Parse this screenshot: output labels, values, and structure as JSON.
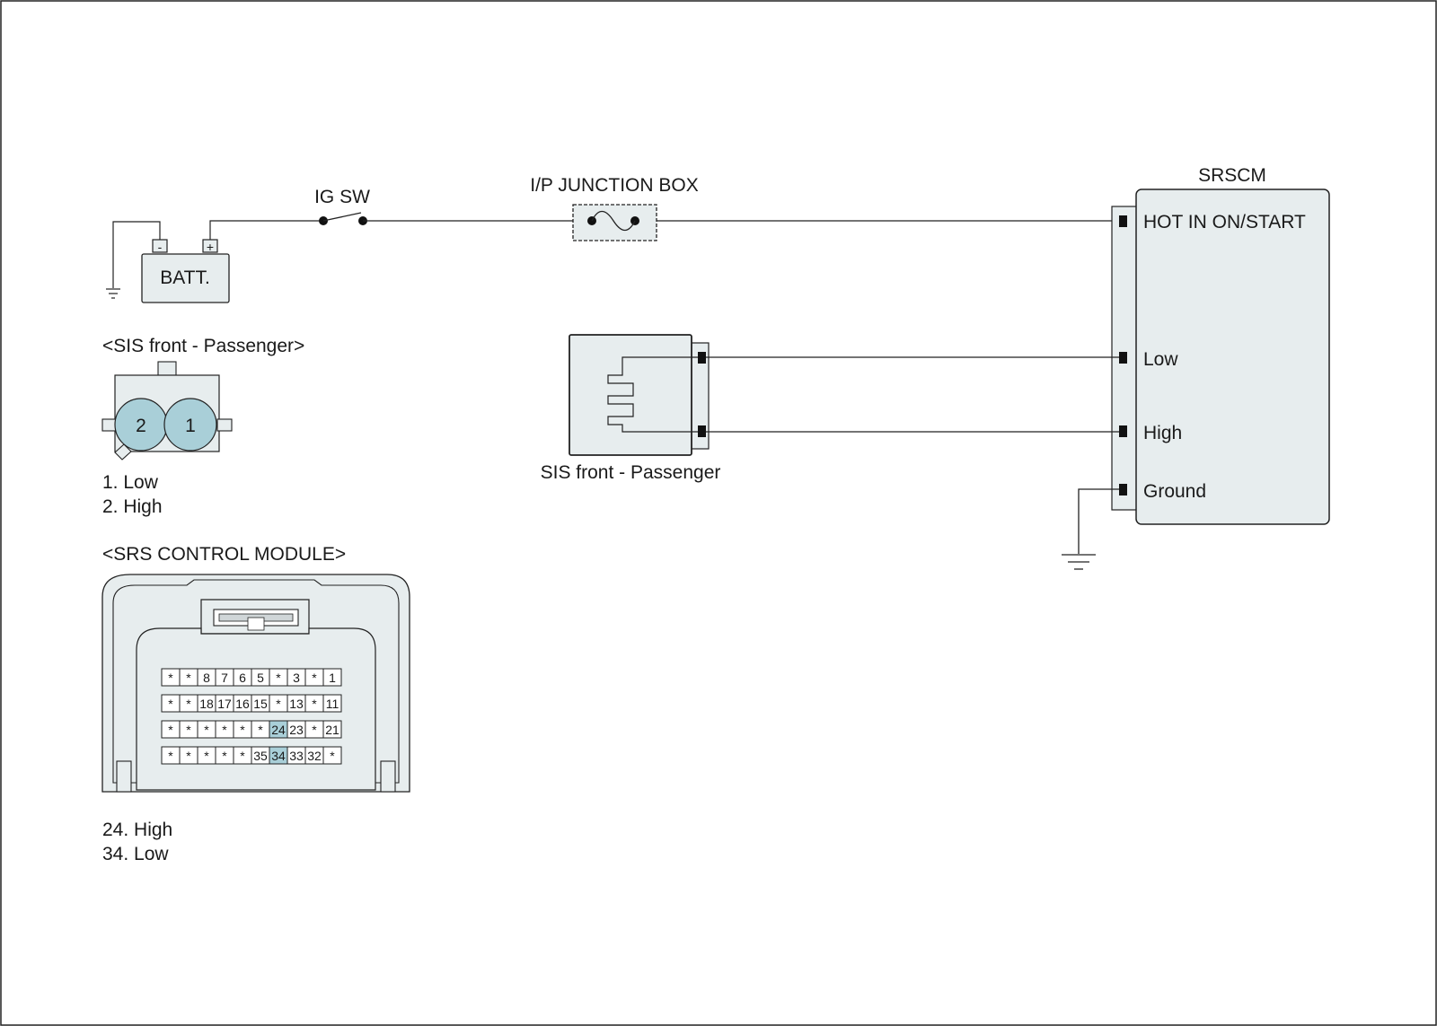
{
  "colors": {
    "module_fill": "#e7edee",
    "pin_highlight": "#a9cfd8",
    "line": "#1a1a1a"
  },
  "battery": {
    "label": "BATT.",
    "neg": "-",
    "pos": "+"
  },
  "ig_switch": {
    "label": "IG SW"
  },
  "junction_box": {
    "label": "I/P JUNCTION BOX"
  },
  "srscm": {
    "title": "SRSCM",
    "pins": [
      "HOT IN ON/START",
      "Low",
      "High",
      "Ground"
    ]
  },
  "sensor": {
    "label": "SIS front - Passenger"
  },
  "sis_connector": {
    "title": "<SIS front - Passenger>",
    "pins": [
      "2",
      "1"
    ],
    "legend": [
      "1. Low",
      "2. High"
    ]
  },
  "srs_connector": {
    "title": "<SRS CONTROL MODULE>",
    "rows": [
      [
        "*",
        "*",
        "8",
        "7",
        "6",
        "5",
        "*",
        "3",
        "*",
        "1"
      ],
      [
        "*",
        "*",
        "18",
        "17",
        "16",
        "15",
        "*",
        "13",
        "*",
        "11"
      ],
      [
        "*",
        "*",
        "*",
        "*",
        "*",
        "*",
        "24",
        "23",
        "*",
        "21"
      ],
      [
        "*",
        "*",
        "*",
        "*",
        "*",
        "35",
        "34",
        "33",
        "32",
        "*"
      ]
    ],
    "highlighted": [
      "24",
      "34"
    ],
    "legend": [
      "24. High",
      "34. Low"
    ]
  }
}
